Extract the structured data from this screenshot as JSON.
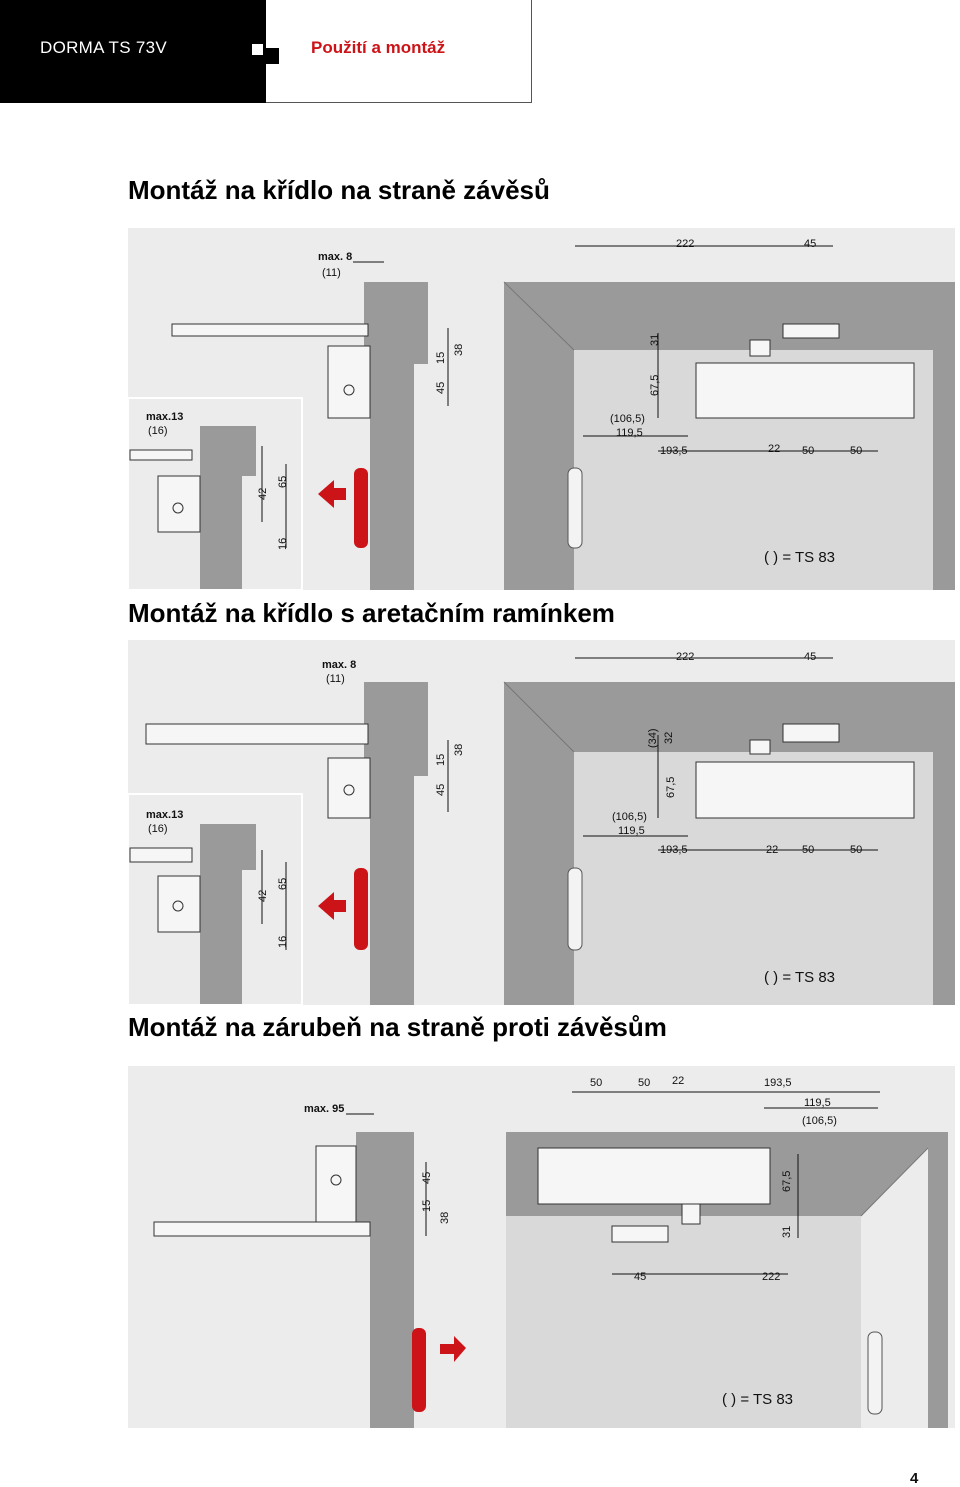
{
  "header": {
    "product": "DORMA TS 73V",
    "section": "Použití a montáž"
  },
  "sections": [
    {
      "title": "Montáž na křídlo na straně závěsů",
      "labels": {
        "max8": "max. 8",
        "paren11": "(11)",
        "d222": "222",
        "d45": "45",
        "d31": "31",
        "d67": "67,5",
        "d15": "15",
        "d38": "38",
        "d45v": "45",
        "max13": "max.13",
        "paren16": "(16)",
        "d1065": "(106,5)",
        "d1195": "119,5",
        "d1935": "193,5",
        "d22": "22",
        "d50a": "50",
        "d50b": "50",
        "d42": "42",
        "d65": "65",
        "d16": "16",
        "note": "( ) = TS 83"
      }
    },
    {
      "title": "Montáž na křídlo s aretačním ramínkem",
      "labels": {
        "max8": "max. 8",
        "paren11": "(11)",
        "d222": "222",
        "d45": "45",
        "d34": "(34)",
        "d32": "32",
        "d67": "67,5",
        "d15": "15",
        "d38": "38",
        "d45v": "45",
        "max13": "max.13",
        "paren16": "(16)",
        "d1065": "(106,5)",
        "d1195": "119,5",
        "d1935": "193,5",
        "d22": "22",
        "d50a": "50",
        "d50b": "50",
        "d42": "42",
        "d65": "65",
        "d16": "16",
        "note": "( ) = TS 83"
      }
    },
    {
      "title": "Montáž na zárubeň na straně proti závěsům",
      "labels": {
        "d50a": "50",
        "d50b": "50",
        "d22": "22",
        "d1935": "193,5",
        "max95": "max. 95",
        "d1195": "119,5",
        "d1065": "(106,5)",
        "d45v": "45",
        "d15": "15",
        "d38": "38",
        "d67": "67,5",
        "d31": "31",
        "d45": "45",
        "d222": "222",
        "note": "( ) = TS 83"
      }
    }
  ],
  "page_number": "4",
  "colors": {
    "header_bg": "#000000",
    "accent_red": "#cc1418",
    "panel_bg": "#ececec",
    "wall_gray": "#9a9a9a",
    "frame_gray": "#b4b4b4"
  }
}
